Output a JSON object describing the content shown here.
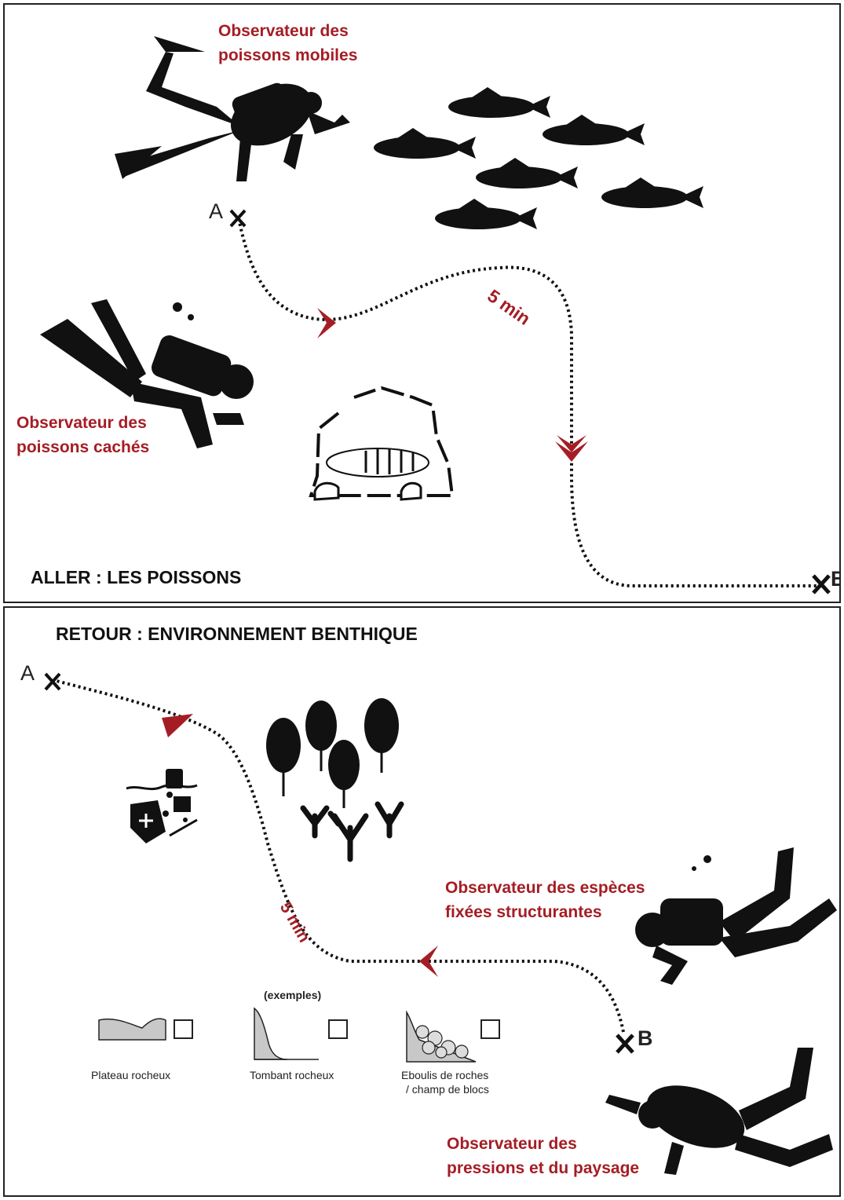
{
  "top": {
    "section_title": "ALLER : LES POISSONS",
    "mobile_observer": [
      "Observateur des",
      "poissons mobiles"
    ],
    "hidden_observer": [
      "Observateur des",
      "poissons cachés"
    ],
    "duration": "5 min",
    "point_a": "A",
    "point_b": "B"
  },
  "bottom": {
    "section_title": "RETOUR : ENVIRONNEMENT BENTHIQUE",
    "structuring_observer": [
      "Observateur des espèces",
      "fixées structurantes"
    ],
    "pressure_observer": [
      "Observateur des",
      "pressions et du paysage"
    ],
    "duration": "5 min",
    "point_a": "A",
    "point_b": "B",
    "examples_label": "(exemples)",
    "habitats": [
      {
        "label": "Plateau rocheux"
      },
      {
        "label": "Tombant rocheux"
      },
      {
        "label": "Eboulis de roches",
        "label2": "/ champ de blocs"
      }
    ]
  },
  "colors": {
    "accent": "#a51d24",
    "silhouette": "#111111"
  }
}
